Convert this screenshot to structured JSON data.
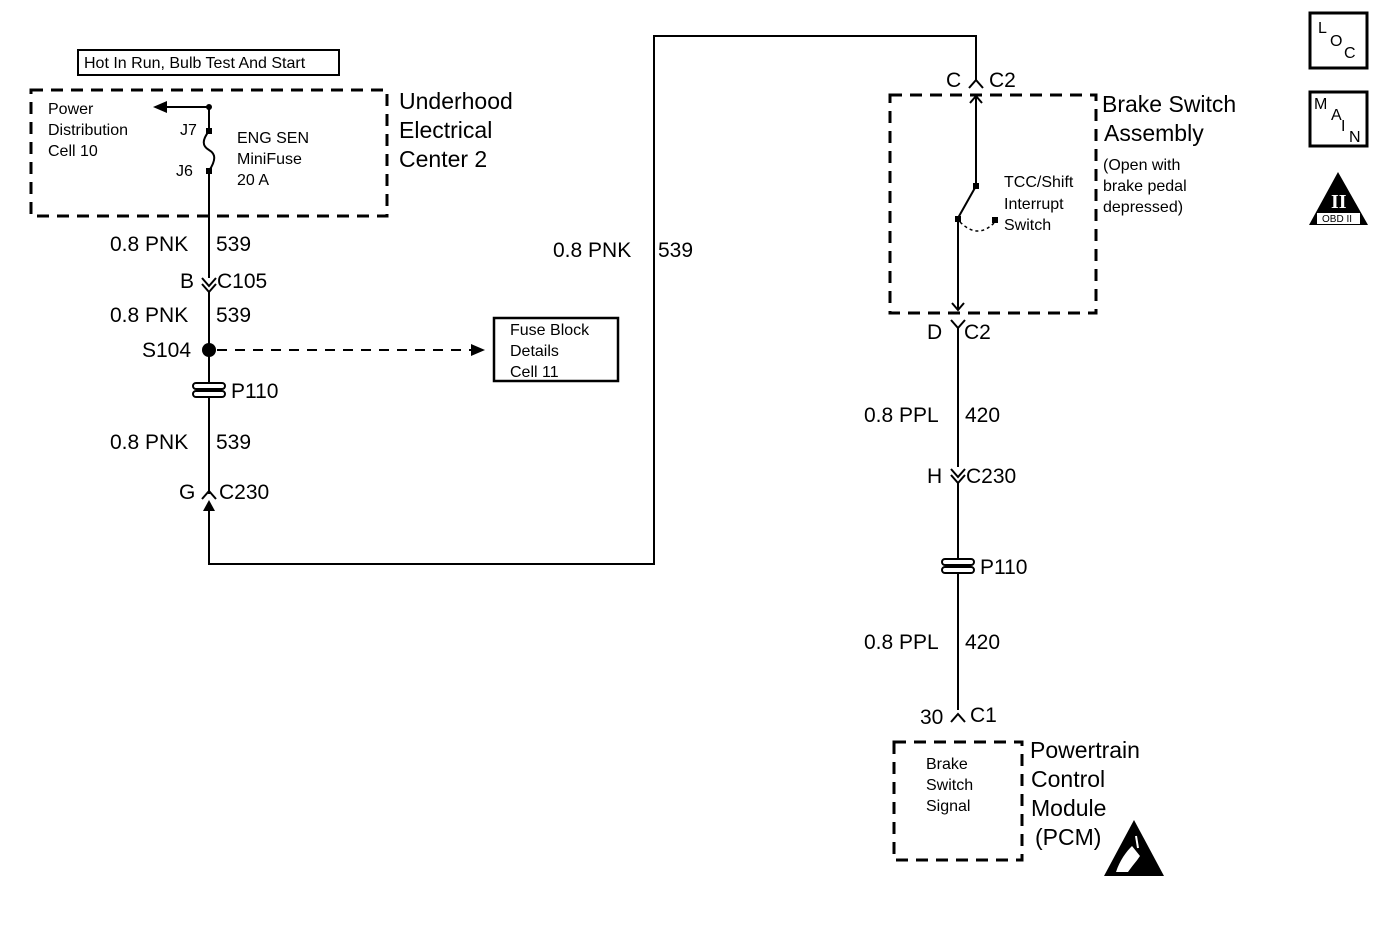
{
  "header_label": "Hot In Run, Bulb Test And Start",
  "underhood": {
    "title_lines": [
      "Underhood",
      "Electrical",
      "Center 2"
    ],
    "power_ref_lines": [
      "Power",
      "Distribution",
      "Cell 10"
    ],
    "fuse_lines": [
      "ENG SEN",
      "MiniFuse",
      "20 A"
    ],
    "pin_top": "J7",
    "pin_bottom": "J6"
  },
  "left_wire": {
    "seg1": {
      "gauge": "0.8 PNK",
      "circuit": "539"
    },
    "c105": {
      "pin": "B",
      "connector": "C105"
    },
    "seg2": {
      "gauge": "0.8 PNK",
      "circuit": "539"
    },
    "splice": "S104",
    "p110": "P110",
    "seg3": {
      "gauge": "0.8 PNK",
      "circuit": "539"
    },
    "c230": {
      "pin": "G",
      "connector": "C230"
    }
  },
  "fuse_block_ref_lines": [
    "Fuse Block",
    "Details",
    "Cell 11"
  ],
  "middle_wire": {
    "gauge": "0.8 PNK",
    "circuit": "539"
  },
  "brake_switch": {
    "top_conn": {
      "pin": "C",
      "connector": "C2"
    },
    "title_lines": [
      "Brake Switch",
      "Assembly"
    ],
    "note_lines": [
      "(Open with",
      "brake pedal",
      "depressed)"
    ],
    "switch_lines": [
      "TCC/Shift",
      "Interrupt",
      "Switch"
    ],
    "bottom_conn": {
      "pin": "D",
      "connector": "C2"
    }
  },
  "right_wire": {
    "seg1": {
      "gauge": "0.8 PPL",
      "circuit": "420"
    },
    "c230": {
      "pin": "H",
      "connector": "C230"
    },
    "p110": "P110",
    "seg2": {
      "gauge": "0.8 PPL",
      "circuit": "420"
    },
    "c1": {
      "pin": "30",
      "connector": "C1"
    }
  },
  "pcm": {
    "title_lines": [
      "Powertrain",
      "Control",
      "Module",
      "(PCM)"
    ],
    "signal_lines": [
      "Brake",
      "Switch",
      "Signal"
    ]
  },
  "icons": {
    "loc": {
      "letters": [
        "L",
        "O",
        "C"
      ]
    },
    "main": {
      "letters": [
        "M",
        "A",
        "I",
        "N"
      ]
    },
    "obd": {
      "symbol": "II",
      "label": "OBD II"
    },
    "esd": "esd-warning-icon"
  }
}
